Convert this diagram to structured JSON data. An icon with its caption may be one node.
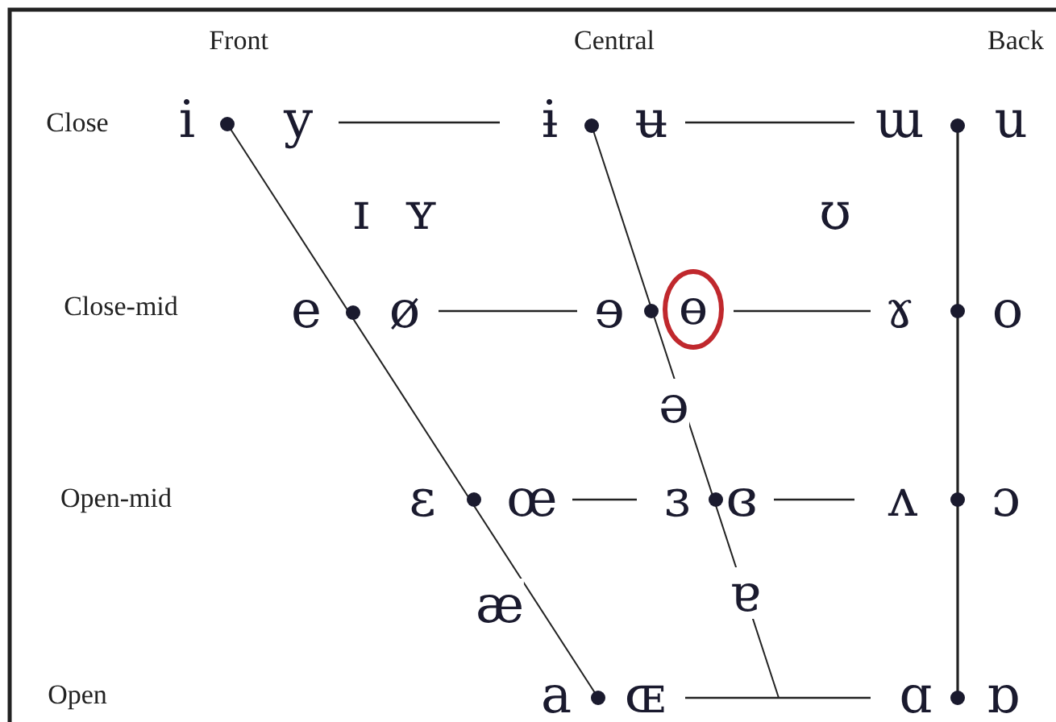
{
  "diagram": {
    "nodes": [
      {
        "text": [
          "ɵ"
        ]
      }
    ],
    "labels": [
      "Front",
      "Central",
      "Back",
      "Close",
      "i",
      "y",
      "ɨ",
      "ʉ",
      "ɯ",
      "u",
      "ɪ",
      "ʏ",
      "ʊ",
      "Close-mid",
      "e",
      "ø",
      "ɘ",
      "ɤ",
      "o",
      "ə",
      "Open-mid",
      "ɛ",
      "œ",
      "ɜ",
      "ɞ",
      "ʌ",
      "ɔ",
      "æ",
      "ɐ",
      "Open",
      "a",
      "ɶ",
      "ɑ",
      "ɒ"
    ]
  }
}
